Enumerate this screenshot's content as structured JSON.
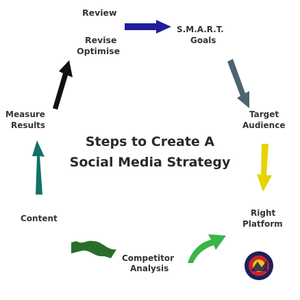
{
  "title": {
    "line1": "Steps to Create A",
    "line2": "Social Media Strategy"
  },
  "steps": {
    "review": "Review",
    "revise": "Revise",
    "optimise": "Optimise",
    "smart": "S.M.A.R.T.",
    "goals": "Goals",
    "target": "Target",
    "audience": "Audience",
    "right": "Right",
    "platform": "Platform",
    "competitor": "Competitor",
    "analysis": "Analysis",
    "content": "Content",
    "measure": "Measure",
    "results": "Results"
  },
  "colors": {
    "arrow_blue": "#1e1e9a",
    "arrow_black": "#111111",
    "arrow_gray": "#4d6470",
    "arrow_green": "#3ab54a",
    "arrow_teal": "#107269",
    "arrow_yellow": "#e6d300",
    "arrow_darkgreen": "#2a6d2a"
  },
  "icons": {
    "logo": "social-media-logo"
  }
}
